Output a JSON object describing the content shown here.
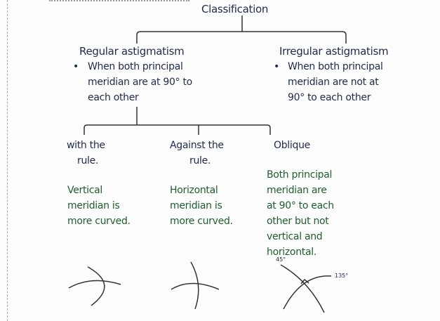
{
  "title": "Classification",
  "regular": {
    "heading": "Regular astigmatism",
    "bullet": [
      "When both principal",
      "meridian are at 90° to",
      "each other"
    ]
  },
  "irregular": {
    "heading": "Irregular astigmatism",
    "bullet": [
      "When both principal",
      "meridian are not at",
      "90° to each other"
    ]
  },
  "types": [
    {
      "label": [
        "with the",
        "rule."
      ],
      "desc": [
        "Vertical",
        "meridian is",
        "more curved."
      ]
    },
    {
      "label": [
        "Against the",
        "rule."
      ],
      "desc": [
        "Horizontal",
        "meridian is",
        "more curved."
      ]
    },
    {
      "label": [
        "Oblique"
      ],
      "desc": [
        "Both principal",
        "meridian are",
        "at 90° to each",
        "other but not",
        "vertical and",
        "horizontal."
      ]
    }
  ],
  "oblique_angles": [
    "45°",
    "135°"
  ],
  "colors": {
    "ink": "#1f2a4a",
    "green": "#1d5e2c"
  }
}
